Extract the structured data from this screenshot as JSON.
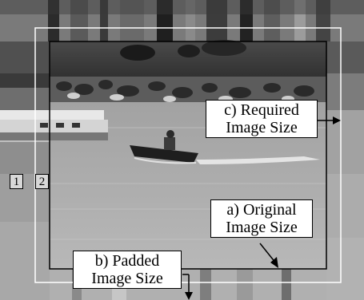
{
  "markers": [
    "1",
    "2"
  ],
  "labels": {
    "required": {
      "line1": "c) Required",
      "line2": "Image Size"
    },
    "original": {
      "line1": "a) Original",
      "line2": "Image Size"
    },
    "padded": {
      "line1": "b) Padded",
      "line2": "Image Size"
    }
  },
  "colors": {
    "original_border": "#000000",
    "padded_border": "#ffffff",
    "label_background": "#ffffff"
  }
}
